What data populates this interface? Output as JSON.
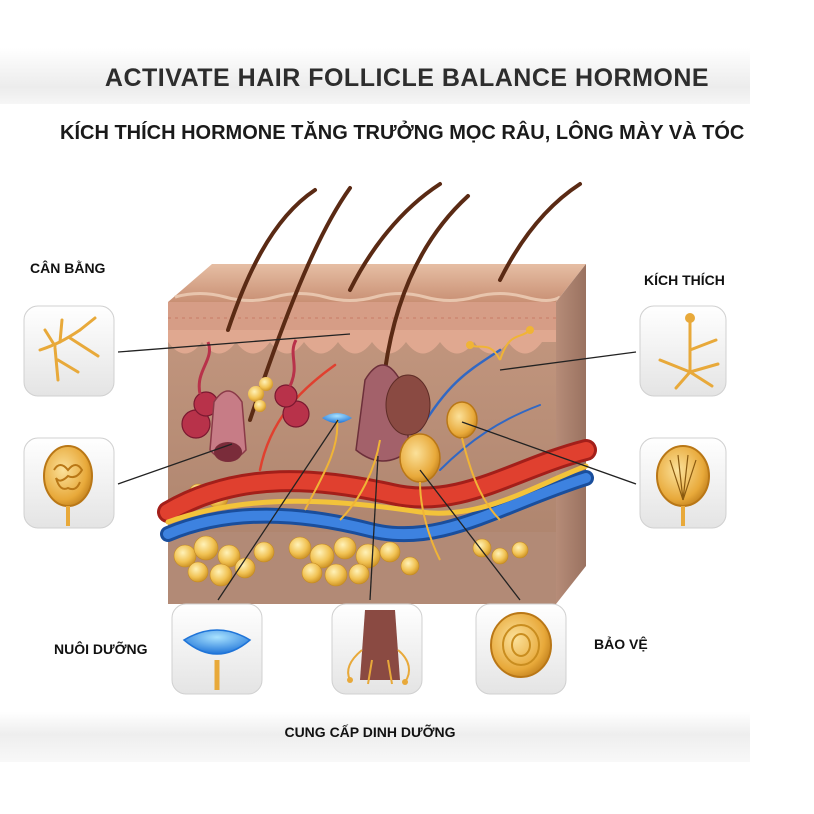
{
  "title": "ACTIVATE HAIR FOLLICLE BALANCE HORMONE",
  "subtitle": "KÍCH THÍCH HORMONE TĂNG TRƯỞNG MỌC RÂU, LÔNG MÀY VÀ TÓC",
  "labels": {
    "balance": "CÂN BẰNG",
    "stimulate": "KÍCH THÍCH",
    "nourish": "NUÔI DƯỠNG",
    "protect": "BẢO VỆ",
    "supply_nutrition": "CUNG CẤP DINH DƯỠNG"
  },
  "colors": {
    "skin_top": "#d9a98c",
    "dermis": "#b08068",
    "fat": "#e8b450",
    "artery": "#d6332a",
    "vein": "#2f6fd0",
    "hair": "#5a2a14",
    "nerve": "#f0b436"
  }
}
